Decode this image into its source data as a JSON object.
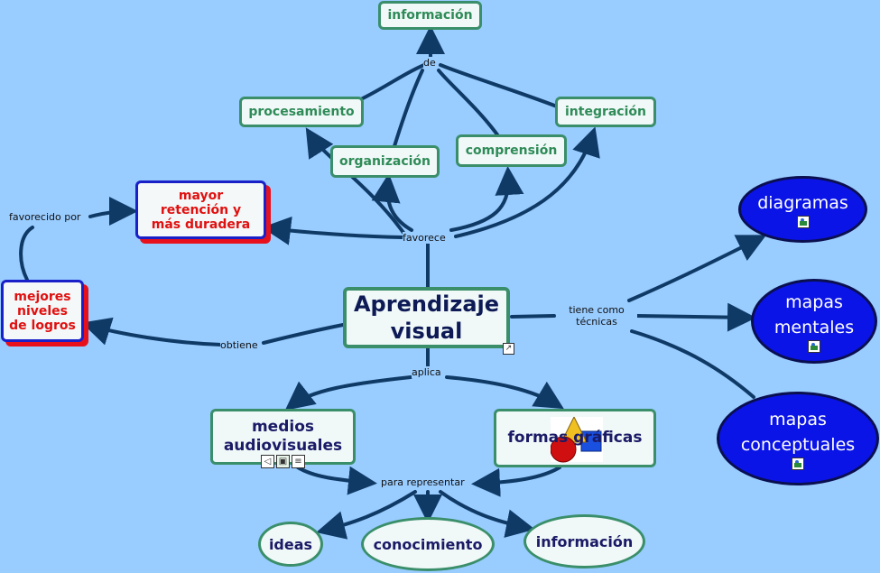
{
  "nodes": {
    "main": "Aprendizaje visual",
    "informacion_top": "información",
    "procesamiento": "procesamiento",
    "organizacion": "organización",
    "comprension": "comprensión",
    "integracion": "integración",
    "mayor_retencion": "mayor retención y más duradera",
    "mejores_niveles": "mejores niveles de logros",
    "diagramas": "diagramas",
    "mapas_mentales": "mapas mentales",
    "mapas_conceptuales": "mapas conceptuales",
    "medios_audiovisuales": "medios audiovisuales",
    "formas_graficas": "formas gráficas",
    "ideas": "ideas",
    "conocimiento": "conocimiento",
    "informacion_bottom": "información"
  },
  "links": {
    "de": "de",
    "favorece": "favorece",
    "favorecido_por": "favorecido por",
    "obtiene": "obtiene",
    "tiene_como_tecnicas": "tiene como técnicas",
    "aplica": "aplica",
    "para_representar": "para representar"
  },
  "icons": [
    "image-icon",
    "sound-icon",
    "document-icon",
    "shortcut-arrow-icon"
  ],
  "colors": {
    "background": "#99ccff",
    "link": "#0f3a66",
    "green_border": "#3a8f6a",
    "blue_node": "#0a14e6",
    "red_text": "#e01010"
  }
}
